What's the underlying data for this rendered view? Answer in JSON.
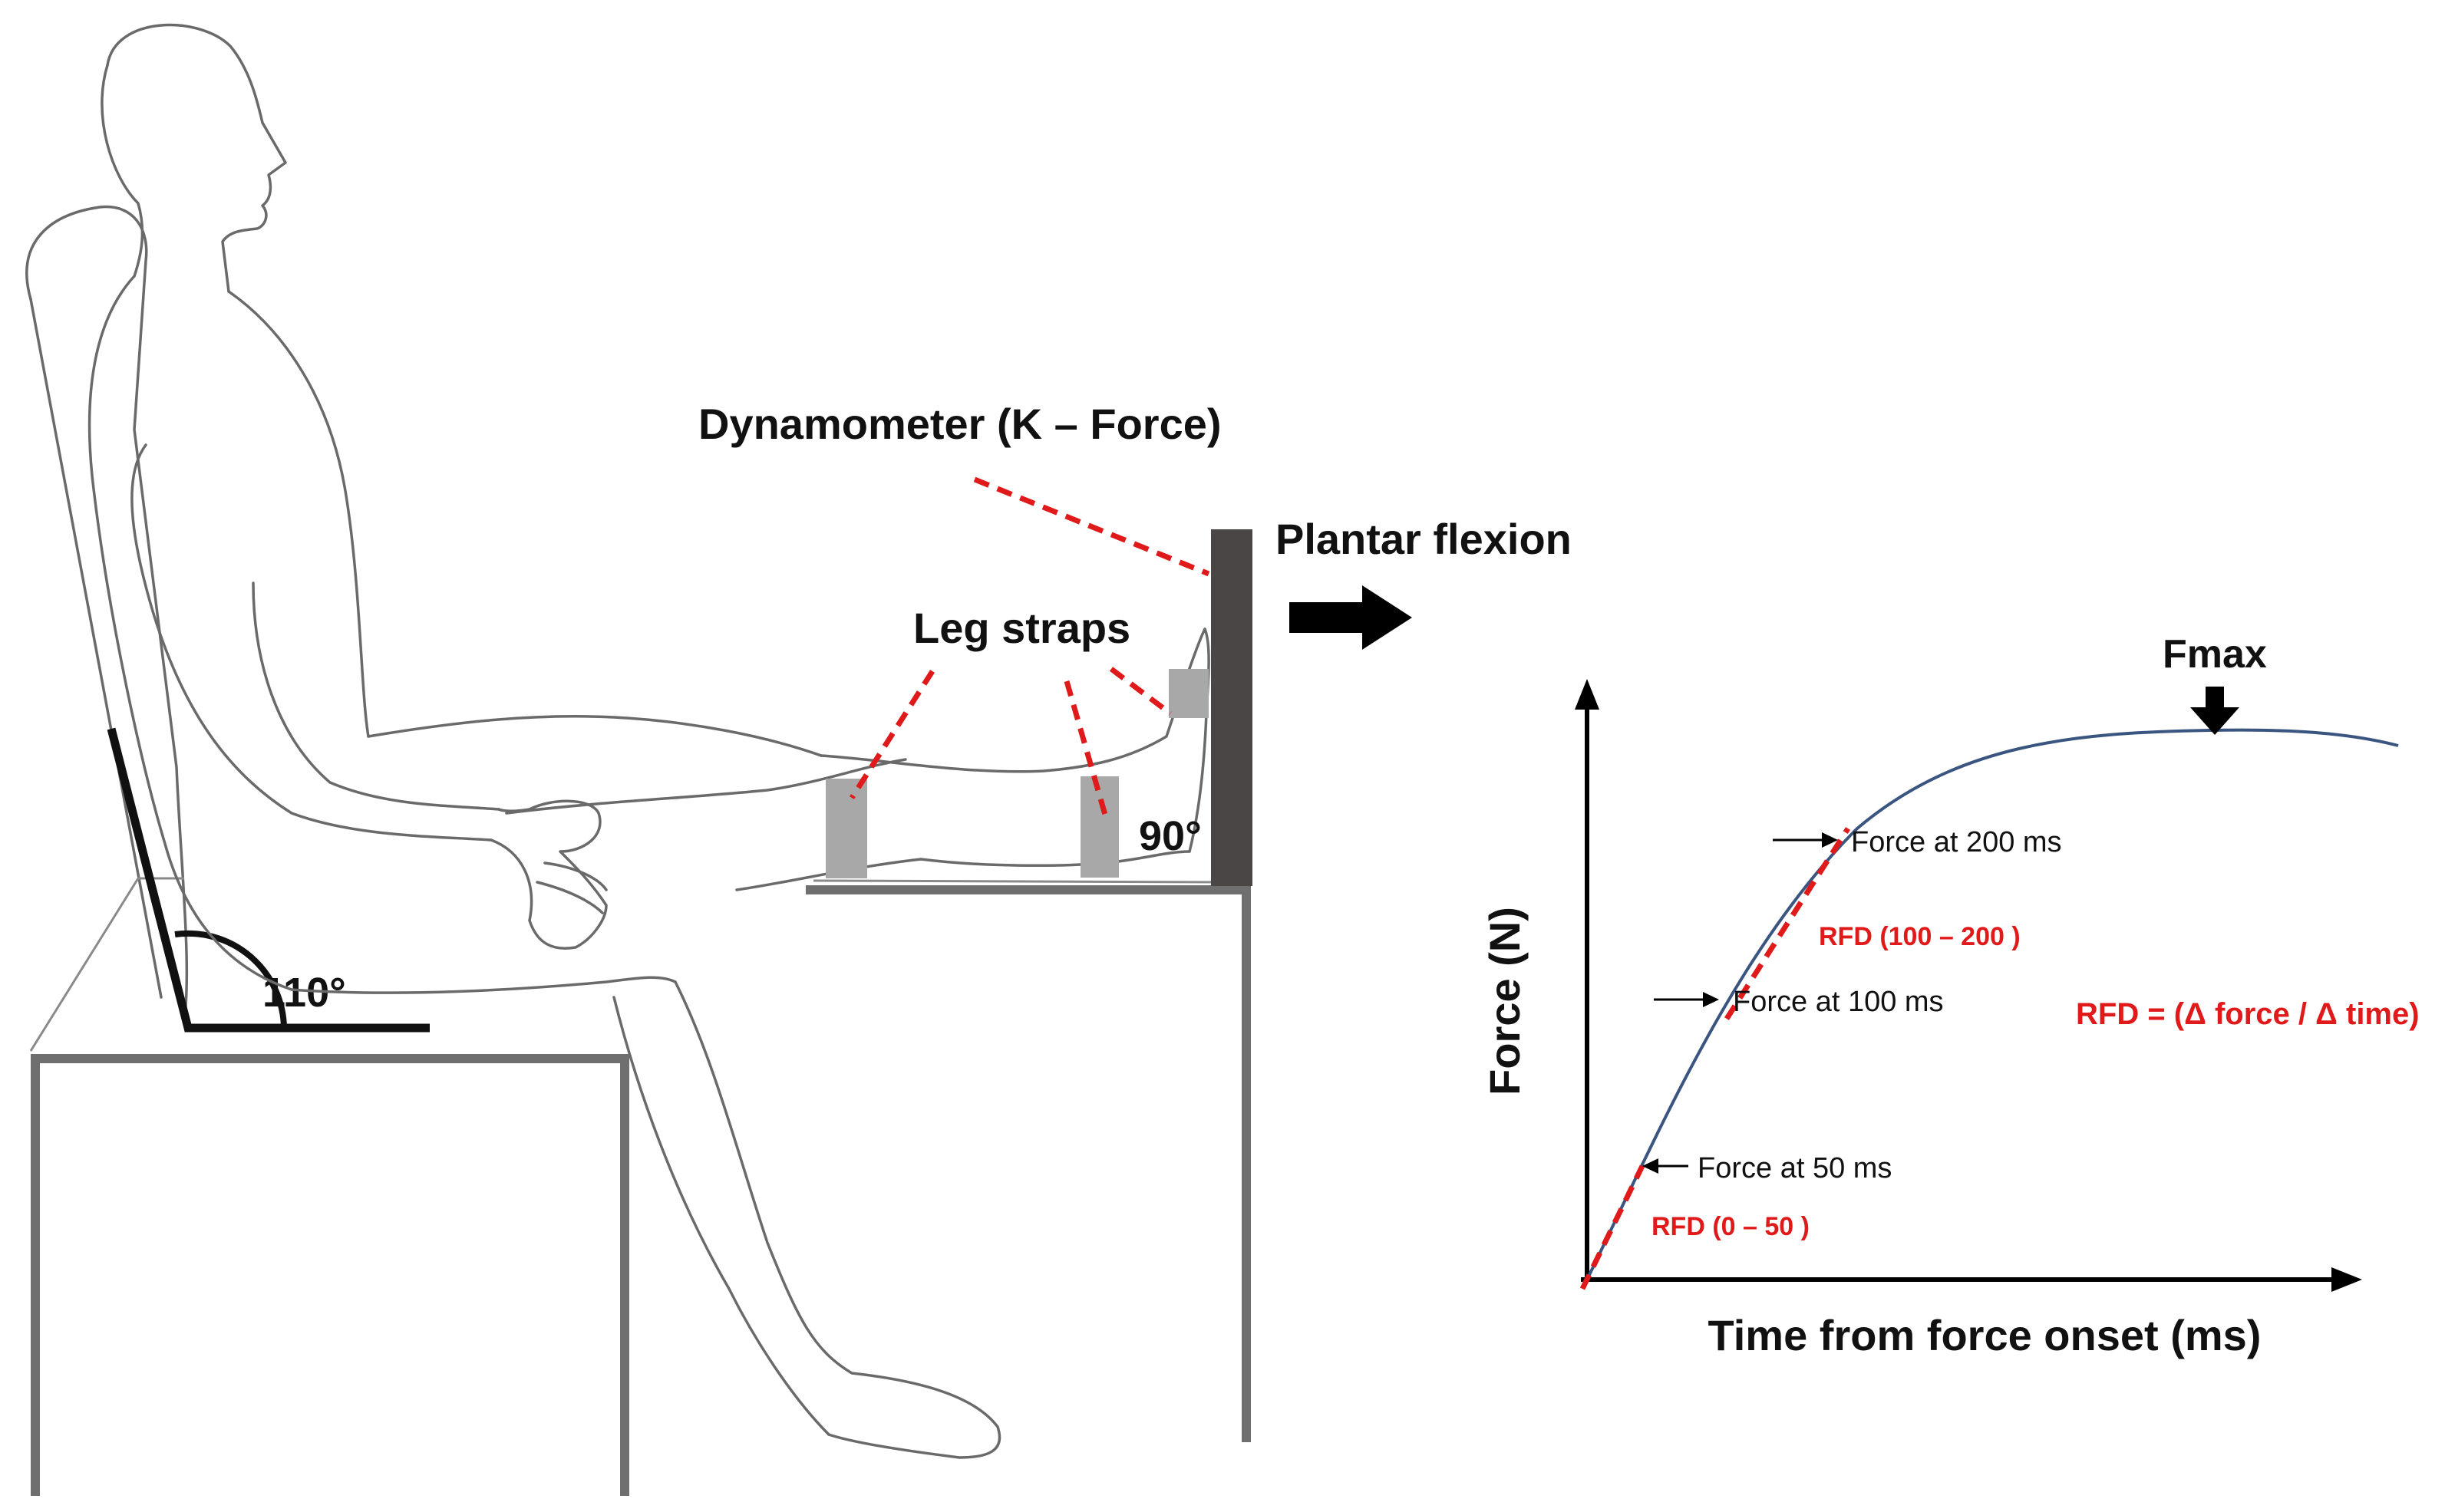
{
  "labels": {
    "dynamometer": "Dynamometer (K – Force)",
    "plantar_flexion": "Plantar flexion",
    "leg_straps": "Leg straps",
    "angle_knee": "90°",
    "angle_hip": "110°",
    "fmax": "Fmax",
    "force_200": "Force at 200 ms",
    "force_100": "Force at 100 ms",
    "force_50": "Force at 50 ms",
    "rfd_100_200": "RFD (100 – 200 )",
    "rfd_0_50": "RFD (0 – 50 )",
    "rfd_formula": "RFD = (Δ force / Δ time)",
    "y_axis": "Force (N)",
    "x_axis": "Time from force onset (ms)"
  },
  "colors": {
    "curve": "#3a5580",
    "highlight": "#e01a1a",
    "outline": "#6a6a6a",
    "dynamometer": "#4a4646",
    "strap": "#a8a8a8"
  },
  "icons": {
    "direction_arrow": "right-arrow-icon",
    "peak_marker": "down-arrow-icon",
    "point_marker": "small-right-arrow-icon"
  }
}
